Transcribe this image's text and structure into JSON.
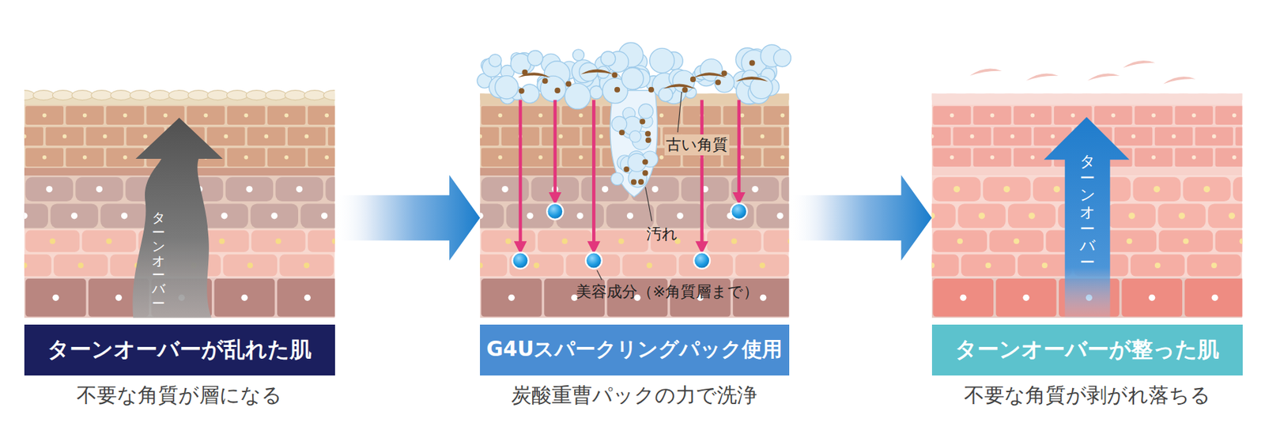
{
  "diagram": {
    "nodes": [
      {
        "text": [
          "ターンオーバーが乱れた肌",
          "不要な角質が層になる"
        ]
      },
      {
        "text": [
          "G4Uスパークリングパック使用",
          "炭酸重曹パックの力で洗浄"
        ]
      },
      {
        "text": [
          "ターンオーバーが整った肌",
          "不要な角質が剥がれ落ちる"
        ]
      }
    ],
    "edges": [
      {
        "from": 0,
        "to": 1,
        "arrow": "to"
      },
      {
        "from": 1,
        "to": 2,
        "arrow": "to"
      }
    ],
    "labels": [
      "ターンオーバー",
      "古い角質",
      "汚れ",
      "美容成分（※角質層まで）",
      "ターンオーバー"
    ]
  }
}
